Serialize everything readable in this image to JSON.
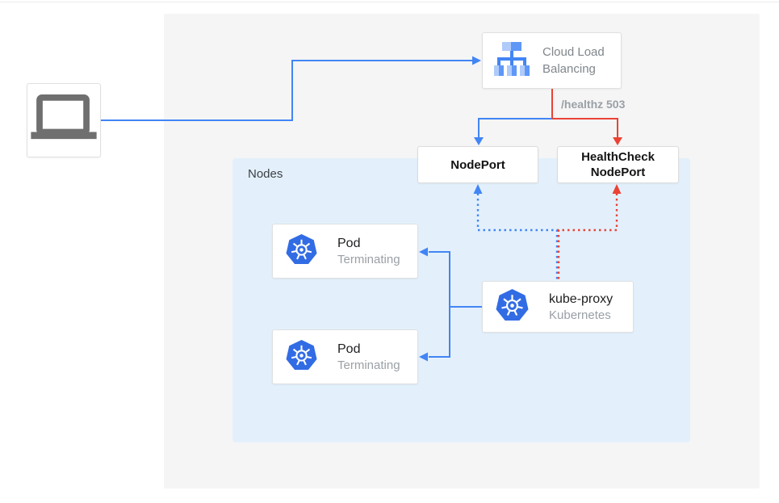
{
  "palette": {
    "flow_blue": "#4285F4",
    "flow_red": "#EA4335",
    "kubernetes_blue": "#326CE5",
    "nodes_panel_blue": "#E3F0FC",
    "outer_panel_gray": "#F5F5F5",
    "box_border_gray": "#E0E0E0",
    "title_text": "#202124",
    "muted_text": "#80868B"
  },
  "nodes_panel": {
    "label": "Nodes"
  },
  "client": {
    "icon": "laptop-icon"
  },
  "load_balancer": {
    "label": "Cloud Load Balancing",
    "icon": "cloud-load-balancing-icon"
  },
  "healthz_annotation": "/healthz 503",
  "nodeport": {
    "label": "NodePort"
  },
  "healthcheck_nodeport": {
    "line1": "HealthCheck",
    "line2": "NodePort"
  },
  "pods": [
    {
      "title": "Pod",
      "status": "Terminating",
      "icon": "kubernetes-icon"
    },
    {
      "title": "Pod",
      "status": "Terminating",
      "icon": "kubernetes-icon"
    }
  ],
  "kube_proxy": {
    "title": "kube-proxy",
    "subtitle": "Kubernetes",
    "icon": "kubernetes-icon"
  }
}
